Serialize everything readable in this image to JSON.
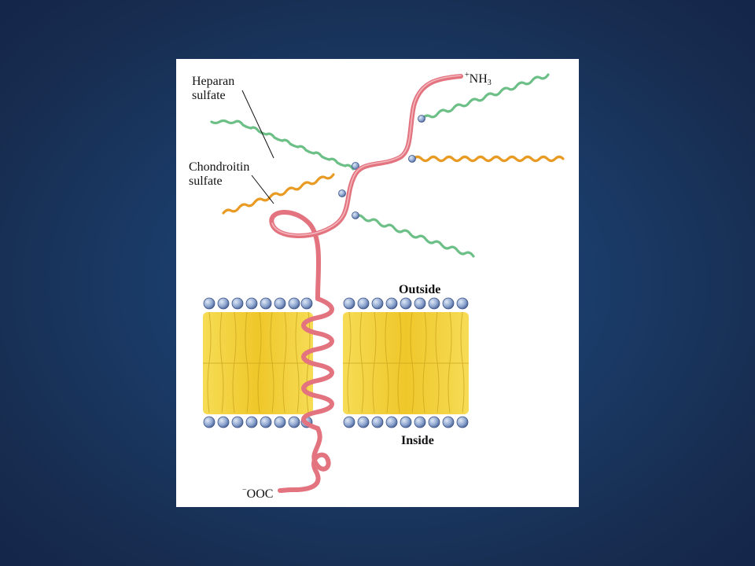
{
  "figure": {
    "labels": {
      "heparan": "Heparan sulfate",
      "heparan_line1": "Heparan",
      "heparan_line2": "sulfate",
      "chondroitin_line1": "Chondroitin",
      "chondroitin_line2": "sulfate",
      "outside": "Outside",
      "inside": "Inside",
      "n_terminus_sup": "+",
      "n_terminus": "NH",
      "n_terminus_sub": "3",
      "c_terminus_sup": "−",
      "c_terminus": "OOC"
    },
    "colors": {
      "background": "#1a3a66",
      "protein": "#e2737f",
      "protein_highlight": "#f7c3c8",
      "heparan_chain": "#6cbf86",
      "chondroitin_chain": "#e89a22",
      "lipid_tail": "#f3d23a",
      "lipid_head": "#8ea6cf"
    }
  }
}
